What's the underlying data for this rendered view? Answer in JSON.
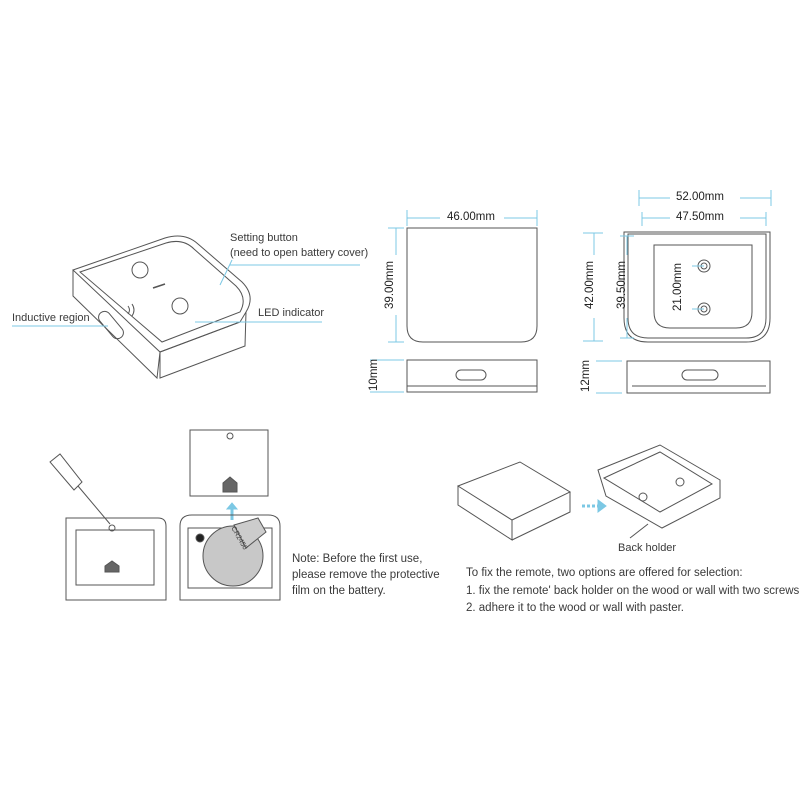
{
  "colors": {
    "accent": "#7cc8e4",
    "line": "#555555",
    "battery": "#c8c8c8"
  },
  "labels": {
    "setting_button": "Setting button",
    "setting_button_note": "(need to open battery cover)",
    "inductive_region": "Inductive region",
    "led_indicator": "LED indicator"
  },
  "remote_dims": {
    "width": "46.00mm",
    "height": "39.00mm",
    "thickness": "10mm"
  },
  "holder_dims": {
    "outer_width": "52.00mm",
    "inner_width": "47.50mm",
    "outer_height": "42.00mm",
    "inner_height": "39.50mm",
    "hole_spacing": "21.00mm",
    "thickness": "12mm"
  },
  "battery": {
    "model": "CR2450"
  },
  "note": {
    "lines": [
      "Note: Before the first use,",
      "please remove the protective",
      "film on the battery."
    ]
  },
  "mounting": {
    "back_holder_label": "Back holder",
    "intro": "To fix the remote, two options are offered for selection:",
    "option1": "1. fix the remote' back holder on the wood or wall with two screws",
    "option2": "2. adhere it to the wood or wall with paster."
  }
}
